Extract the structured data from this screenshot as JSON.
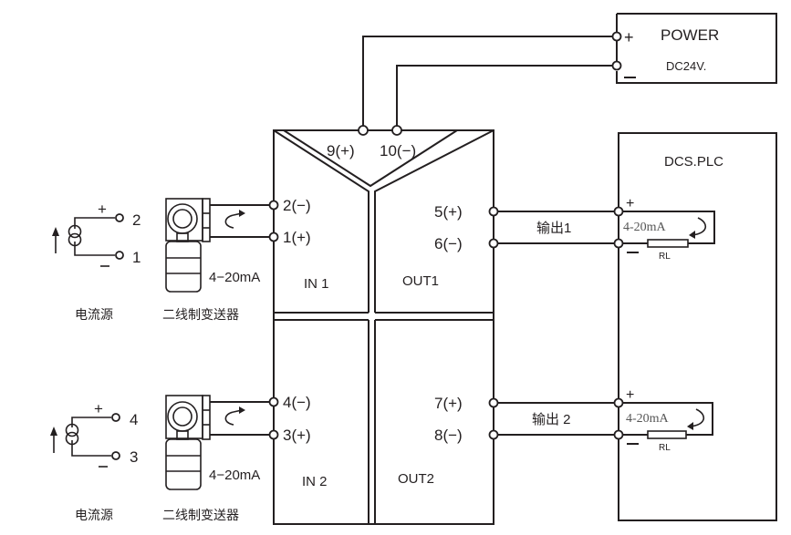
{
  "diagram": {
    "type": "wiring-diagram",
    "power": {
      "title": "POWER",
      "voltage": "DC24V.",
      "plus": "+",
      "minus": "−"
    },
    "module": {
      "top_terminals": [
        "9(+)",
        "10(−)"
      ],
      "in1": {
        "label": "IN 1",
        "terminals": [
          "2(−)",
          "1(+)"
        ]
      },
      "in2": {
        "label": "IN 2",
        "terminals": [
          "4(−)",
          "3(+)"
        ]
      },
      "out1": {
        "label": "OUT1",
        "terminals": [
          "5(+)",
          "6(−)"
        ]
      },
      "out2": {
        "label": "OUT2",
        "terminals": [
          "7(+)",
          "8(−)"
        ]
      }
    },
    "sources": [
      {
        "name": "电流源",
        "plus_terminal": "2",
        "minus_terminal": "1",
        "plus": "+",
        "minus": "−"
      },
      {
        "name": "电流源",
        "plus_terminal": "4",
        "minus_terminal": "3",
        "plus": "+",
        "minus": "−"
      }
    ],
    "transmitters": [
      {
        "name": "二线制变送器",
        "signal": "4−20mA"
      },
      {
        "name": "二线制变送器",
        "signal": "4−20mA"
      }
    ],
    "outputs": [
      {
        "label": "输出1",
        "signal": "4-20mA",
        "load": "RL",
        "plus": "+",
        "minus": "−"
      },
      {
        "label": "输出 2",
        "signal": "4-20mA",
        "load": "RL",
        "plus": "+",
        "minus": "−"
      }
    ],
    "dcs": {
      "title": "DCS.PLC"
    }
  }
}
